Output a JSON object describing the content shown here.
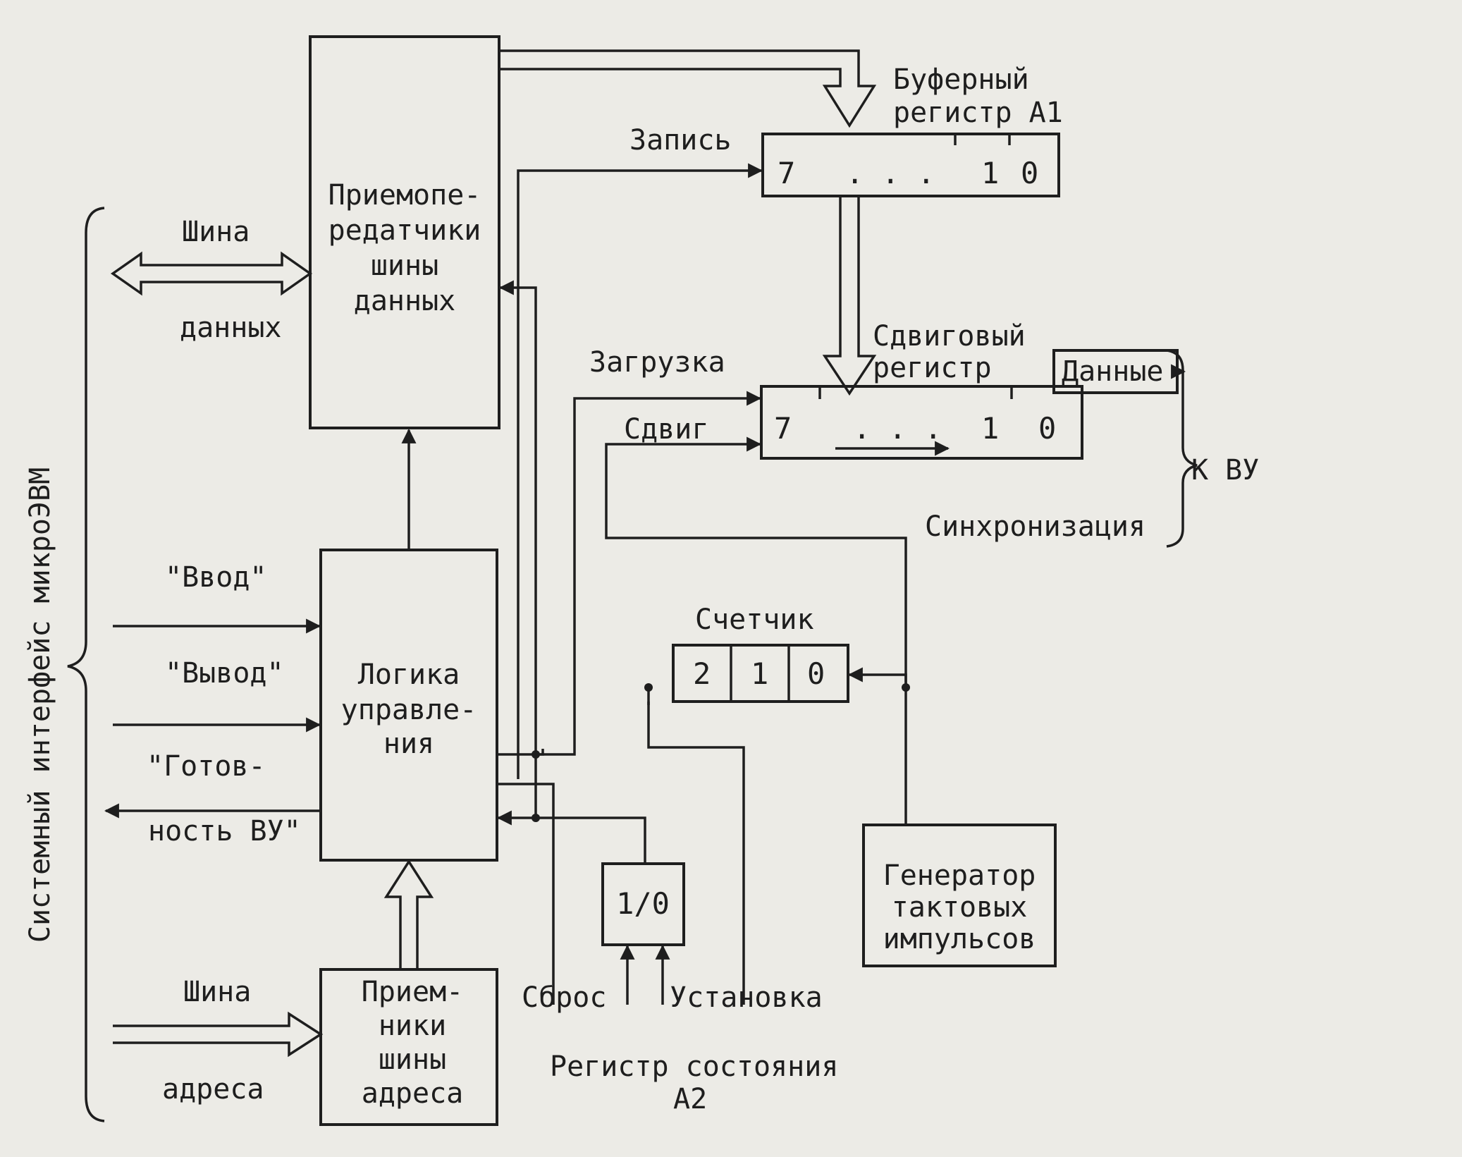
{
  "diagram": {
    "side_label": "Системный интерфейс микроЭВМ",
    "data_bus": {
      "line1": "Шина",
      "line2": "данных"
    },
    "addr_bus": {
      "line1": "Шина",
      "line2": "адреса"
    },
    "signals": {
      "input": "\"Ввод\"",
      "output": "\"Вывод\"",
      "ready1": "\"Готов-",
      "ready2": "ность ВУ\""
    },
    "transceivers": {
      "l1": "Приемопе-",
      "l2": "редатчики",
      "l3": "шины",
      "l4": "данных"
    },
    "logic": {
      "l1": "Логика",
      "l2": "управле-",
      "l3": "ния"
    },
    "receivers": {
      "l1": "Прием-",
      "l2": "ники",
      "l3": "шины",
      "l4": "адреса"
    },
    "buffer_reg": {
      "t1": "Буферный",
      "t2": "регистр А1",
      "b7": "7",
      "dots": ". . .",
      "b1": "1",
      "b0": "0"
    },
    "write_label": "Запись",
    "shift_reg": {
      "t1": "Сдвиговый",
      "t2": "регистр",
      "b7": "7",
      "dots": ". . .",
      "b1": "1",
      "b0": "0"
    },
    "load_label": "Загрузка",
    "shift_label": "Сдвиг",
    "data_out": "Данные",
    "sync_label": "Синхронизация",
    "to_device": "К ВУ",
    "counter": {
      "title": "Счетчик",
      "c2": "2",
      "c1": "1",
      "c0": "0"
    },
    "generator": {
      "l1": "Генератор",
      "l2": "тактовых",
      "l3": "импульсов"
    },
    "status_reg": {
      "bit": "1/0",
      "reset": "Сброс",
      "set": "Установка",
      "t1": "Регистр состояния",
      "t2": "А2"
    }
  }
}
